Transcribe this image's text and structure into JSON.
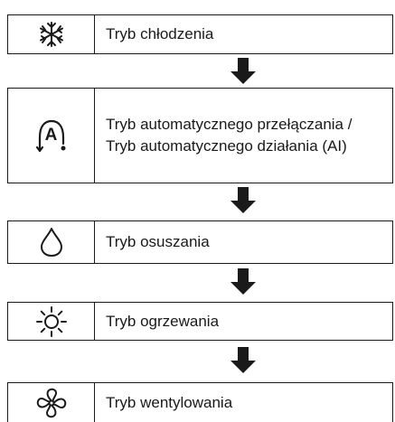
{
  "modes": [
    {
      "icon": "snowflake-icon",
      "lines": [
        "Tryb chłodzenia"
      ]
    },
    {
      "icon": "auto-mode-icon",
      "lines": [
        "Tryb automatycznego przełączania /",
        "Tryb automatycznego działania (AI)"
      ]
    },
    {
      "icon": "water-drop-icon",
      "lines": [
        "Tryb osuszania"
      ]
    },
    {
      "icon": "sun-icon",
      "lines": [
        "Tryb ogrzewania"
      ]
    },
    {
      "icon": "fan-icon",
      "lines": [
        "Tryb wentylowania"
      ]
    }
  ],
  "auto_icon_letter": "A",
  "colors": {
    "line": "#1a1a1a",
    "background": "#ffffff"
  }
}
